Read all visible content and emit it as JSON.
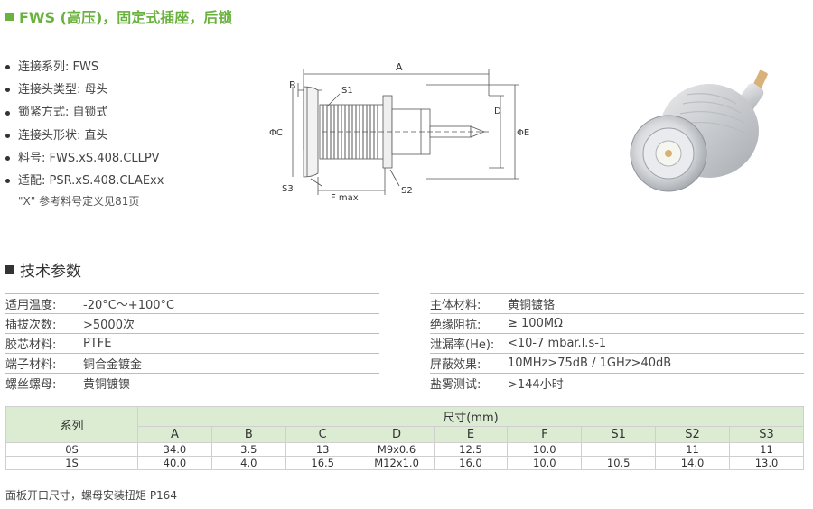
{
  "title": "FWS (高压)，固定式插座，后锁",
  "specs": [
    "连接系列: FWS",
    "连接头类型: 母头",
    "锁紧方式: 自锁式",
    "连接头形状: 直头",
    "料号: FWS.xS.408.CLLPV",
    "适配: PSR.xS.408.CLAExx"
  ],
  "note": "\"X\" 参考料号定义见81页",
  "drawing": {
    "a": "A",
    "b": "B",
    "s1": "S1",
    "s2": "S2",
    "s3": "S3",
    "c": "ΦC",
    "d": "D",
    "e": "ΦE",
    "f": "F max"
  },
  "section_title": "技术参数",
  "params_left": [
    {
      "k": "适用温度:",
      "v": "-20°C～+100°C"
    },
    {
      "k": "插拔次数:",
      "v": ">5000次"
    },
    {
      "k": "胶芯材料:",
      "v": "PTFE"
    },
    {
      "k": "端子材料:",
      "v": "铜合金镀金"
    },
    {
      "k": "螺丝螺母:",
      "v": "黄铜镀镍"
    }
  ],
  "params_right": [
    {
      "k": "主体材料:",
      "v": "黄铜镀铬"
    },
    {
      "k": "绝缘阻抗:",
      "v": "≥ 100MΩ"
    },
    {
      "k": "泄漏率(He):",
      "v": "<10-7 mbar.l.s-1"
    },
    {
      "k": "屏蔽效果:",
      "v": "10MHz>75dB / 1GHz>40dB"
    },
    {
      "k": "盐雾测试:",
      "v": ">144小时"
    }
  ],
  "dims": {
    "series_header": "系列",
    "size_header": "尺寸(mm)",
    "cols": [
      "A",
      "B",
      "C",
      "D",
      "E",
      "F",
      "S1",
      "S2",
      "S3"
    ],
    "rows": [
      {
        "series": "0S",
        "values": [
          "34.0",
          "3.5",
          "13",
          "M9x0.6",
          "12.5",
          "10.0",
          "",
          "11",
          "11"
        ]
      },
      {
        "series": "1S",
        "values": [
          "40.0",
          "4.0",
          "16.5",
          "M12x1.0",
          "16.0",
          "10.0",
          "10.5",
          "14.0",
          "13.0"
        ]
      }
    ]
  },
  "footer": "面板开口尺寸，螺母安装扭矩 P164"
}
